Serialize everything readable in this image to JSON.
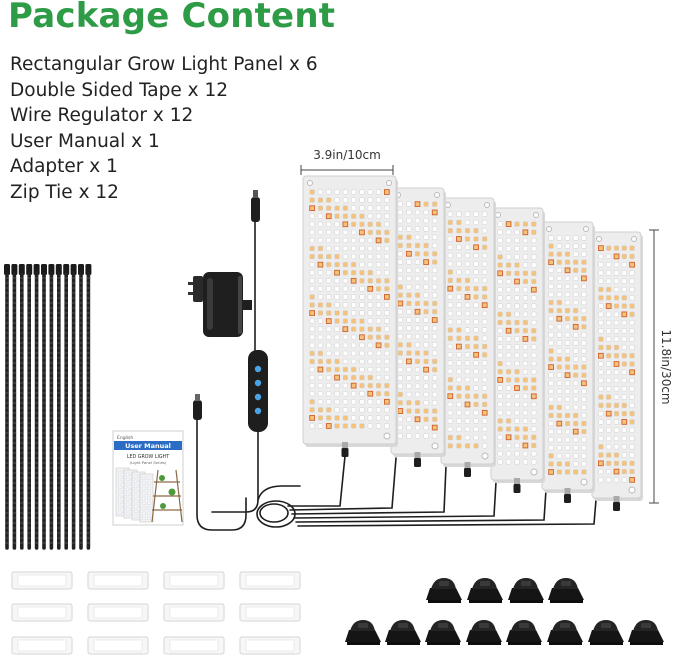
{
  "header": {
    "title": "Package Content"
  },
  "contents": [
    "Rectangular Grow Light Panel x 6",
    "Double Sided Tape x 12",
    "Wire Regulator x 12",
    "User Manual x 1",
    "Adapter x 1",
    "Zip Tie x 12"
  ],
  "dimensions": {
    "width_label": "3.9in/10cm",
    "height_label": "11.8in/30cm"
  },
  "manual": {
    "lang": "English",
    "title": "User Manual",
    "line1": "LED GROW LIGHT",
    "line2": "(Light Panel Series)"
  },
  "counts": {
    "panels": 6,
    "zip_ties": 12,
    "tapes": 12,
    "clips": 12
  },
  "colors": {
    "title": "#2e9b47",
    "panel": "#ededed",
    "led_white": "#ffffff",
    "led_warm": "#f4c27a",
    "led_red": "#d0602a",
    "cable": "#1e1e1e",
    "controller_button": "#4aa3e6"
  }
}
